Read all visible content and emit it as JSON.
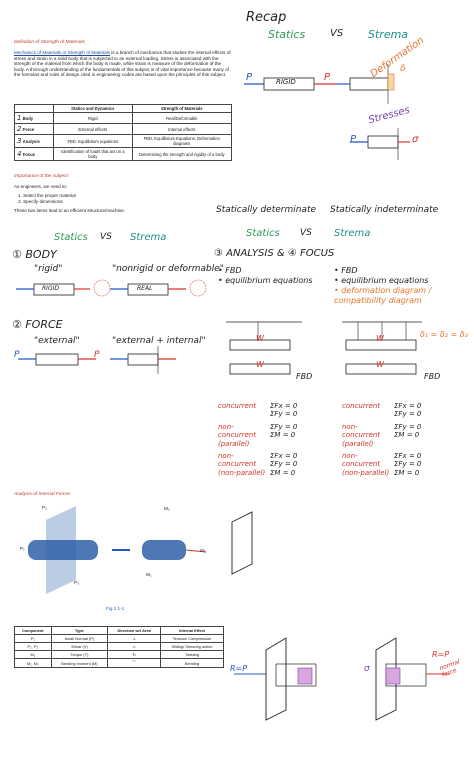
{
  "colors": {
    "accent_red": "#d6322b",
    "accent_blue": "#2457c5",
    "accent_green": "#2e9a55",
    "accent_orange": "#e8742a",
    "accent_purple": "#7b3fa8"
  },
  "definition": {
    "title": "Definition of Strength of Materials",
    "lead": "Mechanics of Materials or Strength of Materials",
    "body": " is a branch of mechanics that studies the internal effects of stress and strain in a solid body that is subjected to an external loading. Stress is associated with the strength of the material from which the body is made, while strain is measure of the deformation of the body. A thorough understanding of the fundamentals of this subject is of vital importance because many of the formulas and rules of design cited in engineering codes are based upon the principles of this subject."
  },
  "compare_table": {
    "headers": [
      "",
      "Statics and Dynamics",
      "Strength of Materials"
    ],
    "rows": [
      {
        "num": "1",
        "label": "Body",
        "a": "Rigid",
        "b": "Real/Deformable"
      },
      {
        "num": "2",
        "label": "Force",
        "a": "External effects",
        "b": "Internal effects"
      },
      {
        "num": "3",
        "label": "Analysis",
        "a": "FBD, Equilibrium equations",
        "b": "FBD, Equilibrium Equations, Deformation diagrams"
      },
      {
        "num": "4",
        "label": "Focus",
        "a": "Identification of loads that act on a body",
        "b": "Determining the strength and rigidity of a body"
      }
    ]
  },
  "importance": {
    "title": "Importance of the subject",
    "intro": "As engineers, we need to:",
    "items": [
      "1. Select the proper material",
      "2. Specify dimensions"
    ],
    "outro": "These two items lead to an efficient structure/machine."
  },
  "recap": {
    "title": "Recap",
    "statics": "Statics",
    "vs": "VS",
    "strema": "Strema",
    "deformation": "Deformation",
    "stresses": "Stresses",
    "rigid_label": "RIGID",
    "p": "P",
    "sigma": "σ",
    "delta": "δ"
  },
  "determinacy": {
    "statically_determinate": "Statically determinate",
    "statically_indeterminate": "Statically indeterminate",
    "statics": "Statics",
    "vs": "VS",
    "strema": "Strema"
  },
  "body_section": {
    "heading": "① BODY",
    "statics": "Statics",
    "vs": "VS",
    "strema": "Strema",
    "rigid_quote": "\"rigid\"",
    "nonrigid_quote": "\"nonrigid or deformable\"",
    "rigid_label": "RIGID",
    "real_label": "REAL"
  },
  "analysis_section": {
    "heading": "③ ANALYSIS & ④ FOCUS",
    "left": [
      "• FBD",
      "• equilibrium equations"
    ],
    "right": [
      "• FBD",
      "• equilibrium equations",
      "• deformation diagram / compatibility diagram"
    ],
    "delta_eq": "δ₁ = δ₂ = δ₃",
    "fbd": "FBD",
    "w": "W"
  },
  "force_section": {
    "heading": "② FORCE",
    "external": "\"external\"",
    "ext_int": "\"external + internal\"",
    "p": "P"
  },
  "equilibrium": {
    "left": [
      {
        "tag": "concurrent",
        "eq": [
          "ΣFx = 0",
          "ΣFy = 0"
        ]
      },
      {
        "tag": "non-concurrent (parallel)",
        "eq": [
          "ΣFy = 0",
          "ΣM = 0"
        ]
      },
      {
        "tag": "non-concurrent (non-parallel)",
        "eq": [
          "ΣFx = 0",
          "ΣFy = 0",
          "ΣM = 0"
        ]
      }
    ],
    "right": [
      {
        "tag": "concurrent",
        "eq": [
          "ΣFx = 0",
          "ΣFy = 0"
        ]
      },
      {
        "tag": "non-concurrent (parallel)",
        "eq": [
          "ΣFy = 0",
          "ΣM = 0"
        ]
      },
      {
        "tag": "non-concurrent (non-parallel)",
        "eq": [
          "ΣFx = 0",
          "ΣFy = 0",
          "ΣM = 0"
        ]
      }
    ]
  },
  "internal_forces": {
    "title": "Analysis of Internal Forces",
    "caption": "Fig 1.1-1",
    "table_headers": [
      "Component",
      "Type",
      "Direction wrt Area",
      "Internal Effect"
    ],
    "table_rows": [
      {
        "comp": "P₁",
        "type": "Axial/ Normal (P)",
        "effect": "Tension/ Compression"
      },
      {
        "comp": "P₂, P₃",
        "type": "Shear (V)",
        "effect": "Sliding/ Shearing action"
      },
      {
        "comp": "M₁",
        "type": "Torque (T)",
        "effect": "Twisting"
      },
      {
        "comp": "M₂, M₃",
        "type": "Bending moment (M)",
        "effect": "Bending"
      }
    ],
    "labels": {
      "p1": "P₁",
      "p2": "P₂",
      "p3": "P₃",
      "m1": "M₁",
      "m2": "M₂",
      "m3": "M₃"
    }
  },
  "stress_sketch": {
    "r_eq_p_left": "R=P",
    "r_eq_p_right": "R=P",
    "normal_force": "normal force",
    "sigma": "σ",
    "p": "P"
  }
}
